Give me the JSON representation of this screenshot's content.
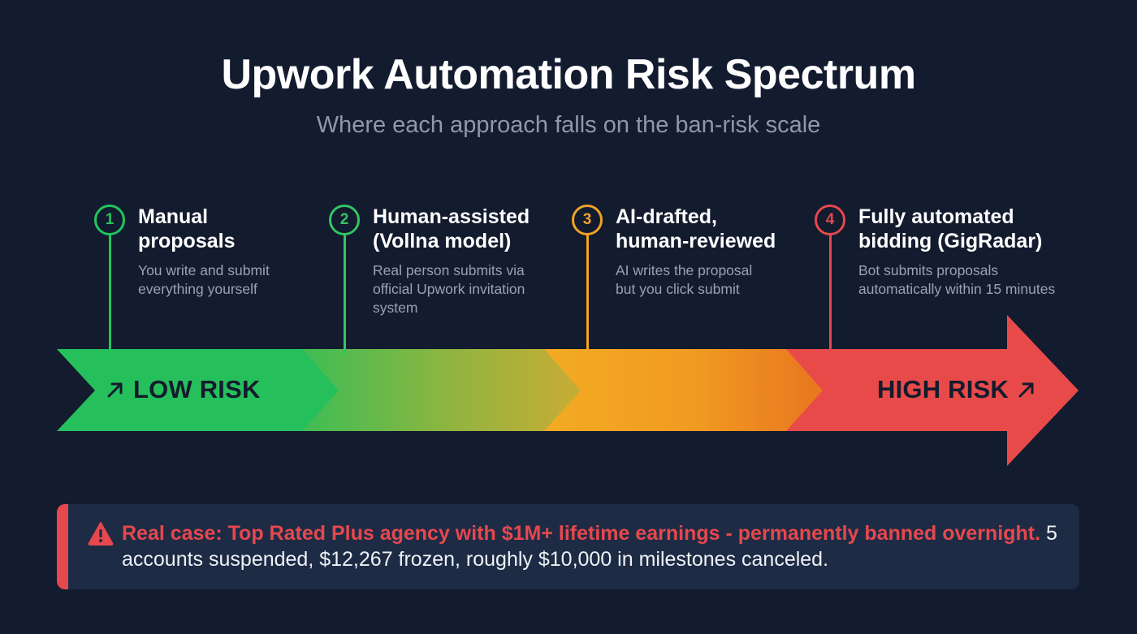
{
  "header": {
    "title": "Upwork Automation Risk Spectrum",
    "subtitle": "Where each approach falls on the ban-risk scale"
  },
  "steps": [
    {
      "number": "1",
      "title_line1": "Manual",
      "title_line2": "proposals",
      "desc_line1": "You write and submit",
      "desc_line2": "everything yourself",
      "desc_line3": "",
      "color": "#22c55e"
    },
    {
      "number": "2",
      "title_line1": "Human-assisted",
      "title_line2": "(Vollna model)",
      "desc_line1": "Real person submits via",
      "desc_line2": "official Upwork invitation",
      "desc_line3": "system",
      "color": "#34c463"
    },
    {
      "number": "3",
      "title_line1": "AI-drafted,",
      "title_line2": "human-reviewed",
      "desc_line1": "AI writes the proposal",
      "desc_line2": "but you click submit",
      "desc_line3": "",
      "color": "#f0a326"
    },
    {
      "number": "4",
      "title_line1": "Fully automated",
      "title_line2": "bidding (GigRadar)",
      "desc_line1": "Bot submits proposals",
      "desc_line2": "automatically within 15 minutes",
      "desc_line3": "",
      "color": "#e5484d"
    }
  ],
  "spectrum": {
    "low_label": "LOW RISK",
    "high_label": "HIGH RISK",
    "low_icon": "arrow-up-right-icon",
    "high_icon": "arrow-up-right-icon",
    "colors": {
      "green": "#25c05c",
      "yellow_green": "#bcb238",
      "amber": "#f2a822",
      "orange": "#e9781f",
      "red": "#e84a4a"
    }
  },
  "callout": {
    "icon": "warning-triangle-icon",
    "emphasis": "Real case: Top Rated Plus agency with $1M+ lifetime earnings - permanently banned overnight.",
    "detail": " 5 accounts suspended, $12,267 frozen, roughly $10,000 in milestones canceled.",
    "accent_color": "#e5484d"
  },
  "theme": {
    "background": "#131b2e",
    "callout_background": "#1e2b45"
  }
}
